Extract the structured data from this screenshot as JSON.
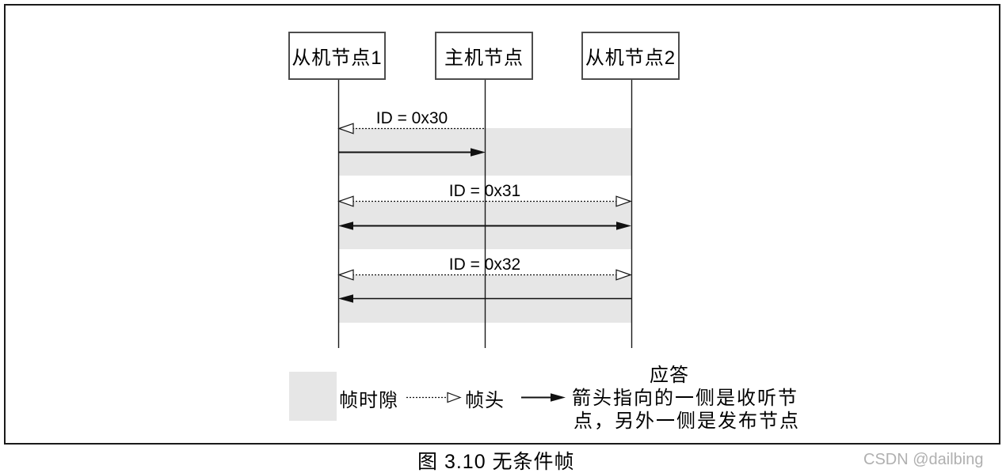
{
  "nodes": [
    {
      "label": "从机节点1"
    },
    {
      "label": "主机节点"
    },
    {
      "label": "从机节点2"
    }
  ],
  "frames": [
    {
      "id_label": "ID = 0x30"
    },
    {
      "id_label": "ID = 0x31"
    },
    {
      "id_label": "ID = 0x32"
    }
  ],
  "legend": {
    "slot_label": "帧时隙",
    "header_label": "帧头",
    "response_title": "应答",
    "response_desc_line1": "箭头指向的一侧是收听节",
    "response_desc_line2": "点，另外一侧是发布节点"
  },
  "caption": "图 3.10 无条件帧",
  "watermark": "CSDN @dailbing",
  "colors": {
    "frame_slot_fill": "#e6e6e6",
    "line": "#1a1a1a",
    "watermark_text": "#b0b0b0"
  }
}
